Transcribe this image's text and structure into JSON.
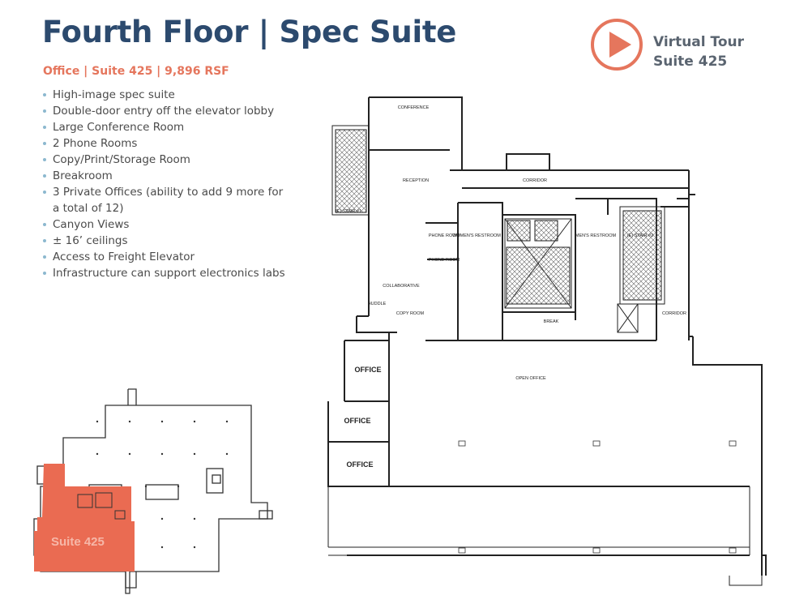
{
  "header": {
    "title": "Fourth Floor | Spec Suite",
    "subtitle": "Office | Suite 425 | 9,896 RSF"
  },
  "features": [
    "High-image spec suite",
    "Double-door entry off the elevator lobby",
    "Large Conference Room",
    "2 Phone Rooms",
    "Copy/Print/Storage Room",
    "Breakroom",
    "3 Private Offices (ability to add 9 more for a total of 12)",
    "Canyon Views",
    "± 16’ ceilings",
    "Access to Freight Elevator",
    "Infrastructure can support electronics labs"
  ],
  "virtual_tour": {
    "line1": "Virtual Tour",
    "line2": "Suite 425",
    "icon": "play-icon"
  },
  "keyplan": {
    "suite_label": "Suite 425"
  },
  "floorplan": {
    "rooms": {
      "conference": "CONFERENCE",
      "reception": "RECEPTION",
      "corridor_top": "CORRIDOR",
      "stair_left": "(E) STAIR #1",
      "phone_room_1": "PHONE ROOM",
      "phone_room_2": "PHONE ROOM",
      "womens_restroom": "WOMEN'S RESTROOM",
      "mens_restroom": "MEN'S RESTROOM",
      "stair_right": "(E) STAIR #2",
      "collaborative": "COLLABORATIVE",
      "huddle": "HUDDLE",
      "copy_room": "COPY ROOM",
      "break": "BREAK",
      "corridor_right": "CORRIDOR",
      "open_office": "OPEN OFFICE",
      "office_1": "OFFICE",
      "office_2": "OFFICE",
      "office_3": "OFFICE"
    }
  },
  "colors": {
    "title": "#2c4a6e",
    "accent": "#e5765d",
    "bullet": "#8cb8cf",
    "body_text": "#4b4b4b",
    "suite_highlight": "#ea6b52"
  }
}
